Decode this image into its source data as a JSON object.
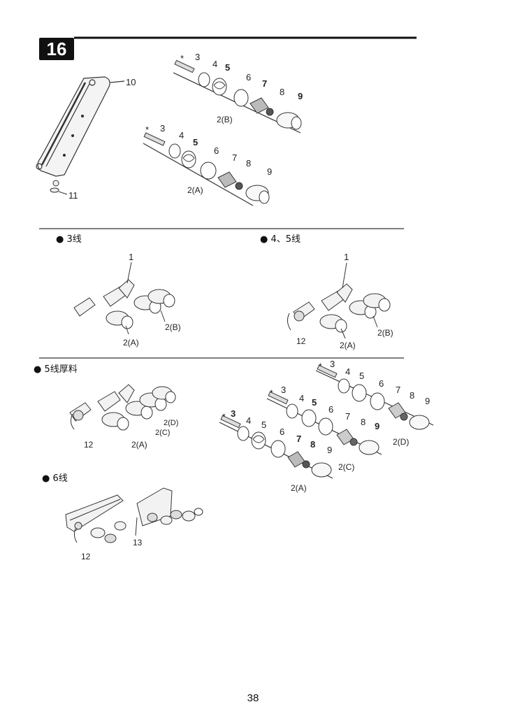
{
  "section_number": "16",
  "page_number": "38",
  "exploded_views": {
    "top_b": {
      "labels": [
        "*",
        "3",
        "4",
        "5",
        "6",
        "7",
        "8",
        "9"
      ],
      "assembly": "2(B)"
    },
    "top_a": {
      "labels": [
        "*",
        "3",
        "4",
        "5",
        "6",
        "7",
        "8",
        "9"
      ],
      "assembly": "2(A)"
    },
    "bracket": {
      "part_label": "10",
      "screw_label": "11"
    },
    "lower_d": {
      "labels": [
        "*",
        "3",
        "4",
        "5",
        "6",
        "7",
        "8",
        "9"
      ],
      "assembly": "2(D)"
    },
    "lower_c": {
      "labels": [
        "*",
        "3",
        "4",
        "5",
        "6",
        "7",
        "8",
        "9"
      ],
      "assembly": "2(C)"
    },
    "lower_a": {
      "labels": [
        "*",
        "3",
        "4",
        "5",
        "6",
        "7",
        "8",
        "9"
      ],
      "assembly": "2(A)"
    }
  },
  "configs": {
    "thread3": {
      "title": "● 3线",
      "callouts": {
        "one": "1",
        "b": "2(B)",
        "a": "2(A)"
      }
    },
    "thread45": {
      "title": "● 4、5线",
      "callouts": {
        "one": "1",
        "twelve": "12",
        "b": "2(B)",
        "a": "2(A)"
      }
    },
    "thread5heavy": {
      "title": "● 5线厚料",
      "callouts": {
        "twelve": "12",
        "d": "2(D)",
        "c": "2(C)",
        "a": "2(A)"
      }
    },
    "thread6": {
      "title": "● 6线",
      "callouts": {
        "twelve": "12",
        "thirteen": "13"
      }
    }
  }
}
